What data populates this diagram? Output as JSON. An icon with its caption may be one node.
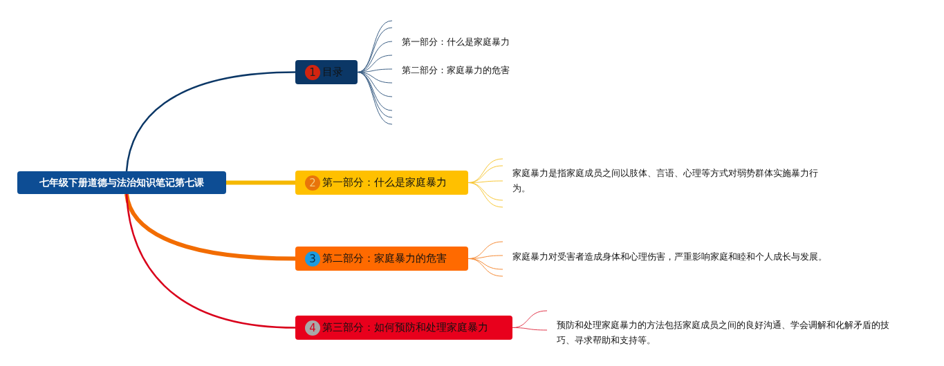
{
  "diagram": {
    "nodes": [
      {
        "text": [
          "七年级下册道德与法治知识笔记第七课"
        ]
      },
      {
        "text": [
          "1",
          "目录"
        ]
      },
      {
        "text": [
          "2",
          "第一部分：什么是家庭暴力"
        ]
      },
      {
        "text": [
          "3",
          "第二部分：家庭暴力的危害"
        ]
      },
      {
        "text": [
          "4",
          "第三部分：如何预防和处理家庭暴力"
        ]
      }
    ],
    "edges": [
      {
        "from": 0,
        "to": 1,
        "arrow": "none",
        "color": "#0b3766"
      },
      {
        "from": 0,
        "to": 2,
        "arrow": "none",
        "style": "thick",
        "color": "#f5b800"
      },
      {
        "from": 0,
        "to": 3,
        "arrow": "none",
        "style": "thick",
        "color": "#f26c00"
      },
      {
        "from": 0,
        "to": 4,
        "arrow": "none",
        "color": "#d9001b"
      }
    ],
    "labels": [
      "第一部分：什么是家庭暴力",
      "第二部分：家庭暴力的危害",
      "家庭暴力是指家庭成员之间以肢体、言语、心理等方式对弱势群体实施暴力行为。",
      "家庭暴力对受害者造成身体和心理伤害，严重影响家庭和睦和个人成长与发展。",
      "预防和处理家庭暴力的方法包括家庭成员之间的良好沟通、学会调解和化解矛盾的技巧、寻求帮助和支持等。"
    ]
  }
}
